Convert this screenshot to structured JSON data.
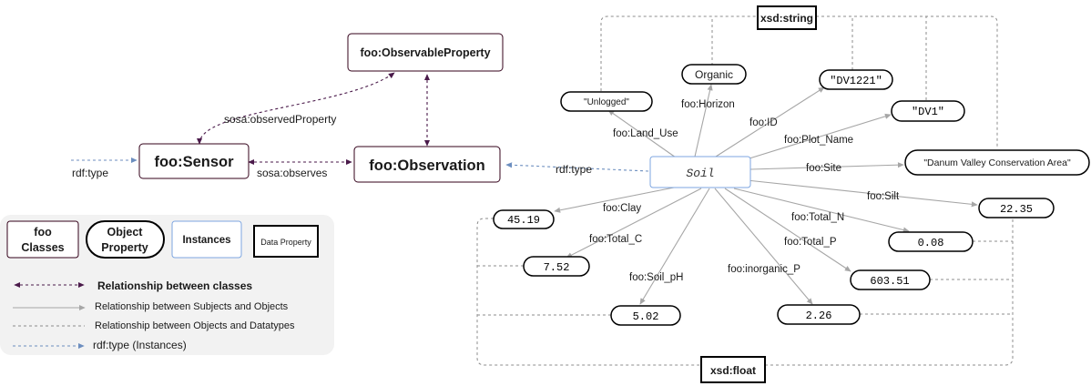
{
  "classes": {
    "observable_property": "foo:ObservableProperty",
    "sensor": "foo:Sensor",
    "observation": "foo:Observation"
  },
  "class_edges": {
    "observed_property": "sosa:observedProperty",
    "observes": "sosa:observes",
    "sensor_type": "rdf:type",
    "instance_type": "rdf:type"
  },
  "instance": {
    "soil": "Soil"
  },
  "datatypes": {
    "string": "xsd:string",
    "float": "xsd:float"
  },
  "string_objects": {
    "organic": "Organic",
    "unlogged": "\"Unlogged\"",
    "dv1221": "\"DV1221\"",
    "dv1": "\"DV1\"",
    "danum": "\"Danum Valley Conservation Area\""
  },
  "float_objects": {
    "clay": "45.19",
    "total_c": "7.52",
    "soil_ph": "5.02",
    "inorganic_p": "2.26",
    "total_p": "603.51",
    "total_n": "0.08",
    "silt": "22.35"
  },
  "predicates": {
    "land_use": "foo:Land_Use",
    "horizon": "foo:Horizon",
    "id": "foo:ID",
    "plot_name": "foo:Plot_Name",
    "site": "foo:Site",
    "silt": "foo:Silt",
    "total_n": "foo:Total_N",
    "total_p": "foo:Total_P",
    "inorganic_p": "foo:inorganic_P",
    "soil_ph": "foo:Soil_pH",
    "total_c": "foo:Total_C",
    "clay": "foo:Clay"
  },
  "legend": {
    "foo_classes": [
      "foo",
      "Classes"
    ],
    "object_property": [
      "Object",
      "Property"
    ],
    "instances": "Instances",
    "data_property": "Data Property",
    "rel_classes": "Relationship between classes",
    "rel_subjects_objects": "Relationship between Subjects and Objects",
    "rel_objects_datatypes": "Relationship between Objects and Datatypes",
    "rdf_type_instances": "rdf:type (Instances)"
  },
  "colors": {
    "class_border": "#33001a",
    "class_text": "#3d0a3d",
    "class_edge": "#4a1a4a",
    "instance_border": "#7ea6e0",
    "instance_edge": "#6c8ebf",
    "object_edge": "#a6a6a6",
    "datatype_edge": "#8c8c8c",
    "legend_bg": "#f2f2f2"
  }
}
